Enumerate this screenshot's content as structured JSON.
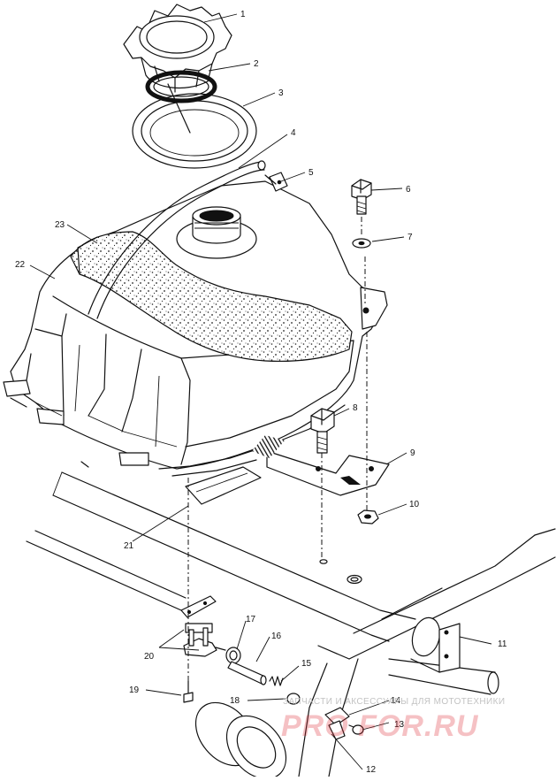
{
  "callouts": [
    "1",
    "2",
    "3",
    "4",
    "5",
    "6",
    "7",
    "8",
    "9",
    "10",
    "11",
    "12",
    "13",
    "14",
    "15",
    "16",
    "17",
    "18",
    "19",
    "20",
    "21",
    "22",
    "23"
  ],
  "watermark": {
    "caption": "ЗАПЧАСТИ И АКСЕССУАРЫ ДЛЯ МОТОТЕХНИКИ",
    "logo_left": "PRO",
    "logo_right": "FOR.RU",
    "logo_color": "#e0303a"
  }
}
